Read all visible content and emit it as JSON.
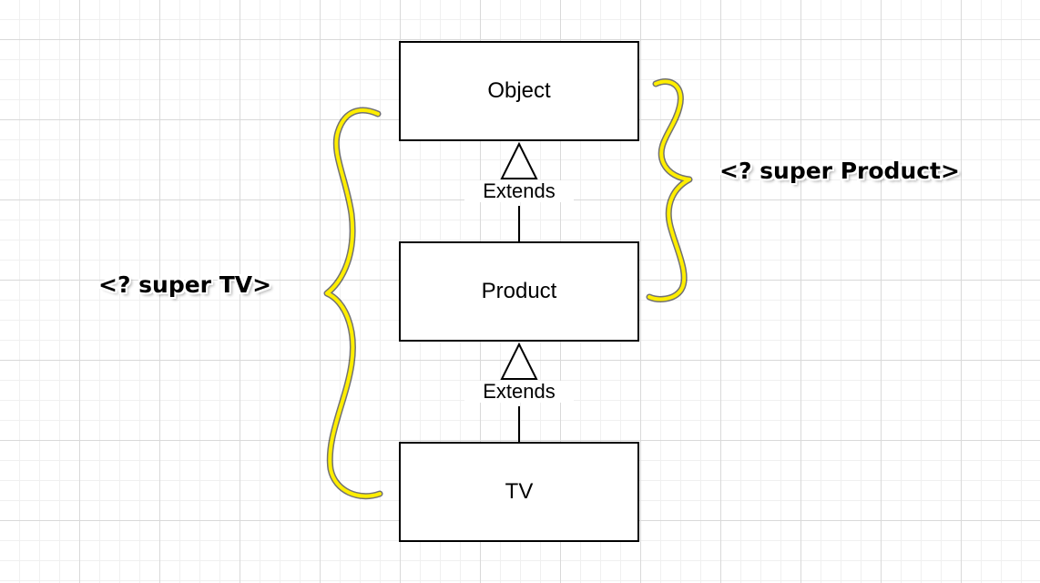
{
  "classes": {
    "object": "Object",
    "product": "Product",
    "tv": "TV"
  },
  "relations": {
    "product_to_object": "Extends",
    "tv_to_product": "Extends"
  },
  "bounds": {
    "super_product": "<? super Product>",
    "super_tv": "<? super TV>"
  },
  "colors": {
    "brace": "#ffee00",
    "line": "#000000"
  }
}
